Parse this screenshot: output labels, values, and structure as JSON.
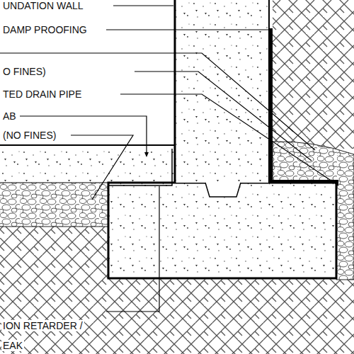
{
  "diagram": {
    "labels": [
      "UNDATION WALL",
      "DAMP PROOFING",
      "O FINES)",
      "TED DRAIN PIPE",
      "AB",
      "(NO FINES)",
      "ION RETARDER /",
      "EAK"
    ]
  }
}
